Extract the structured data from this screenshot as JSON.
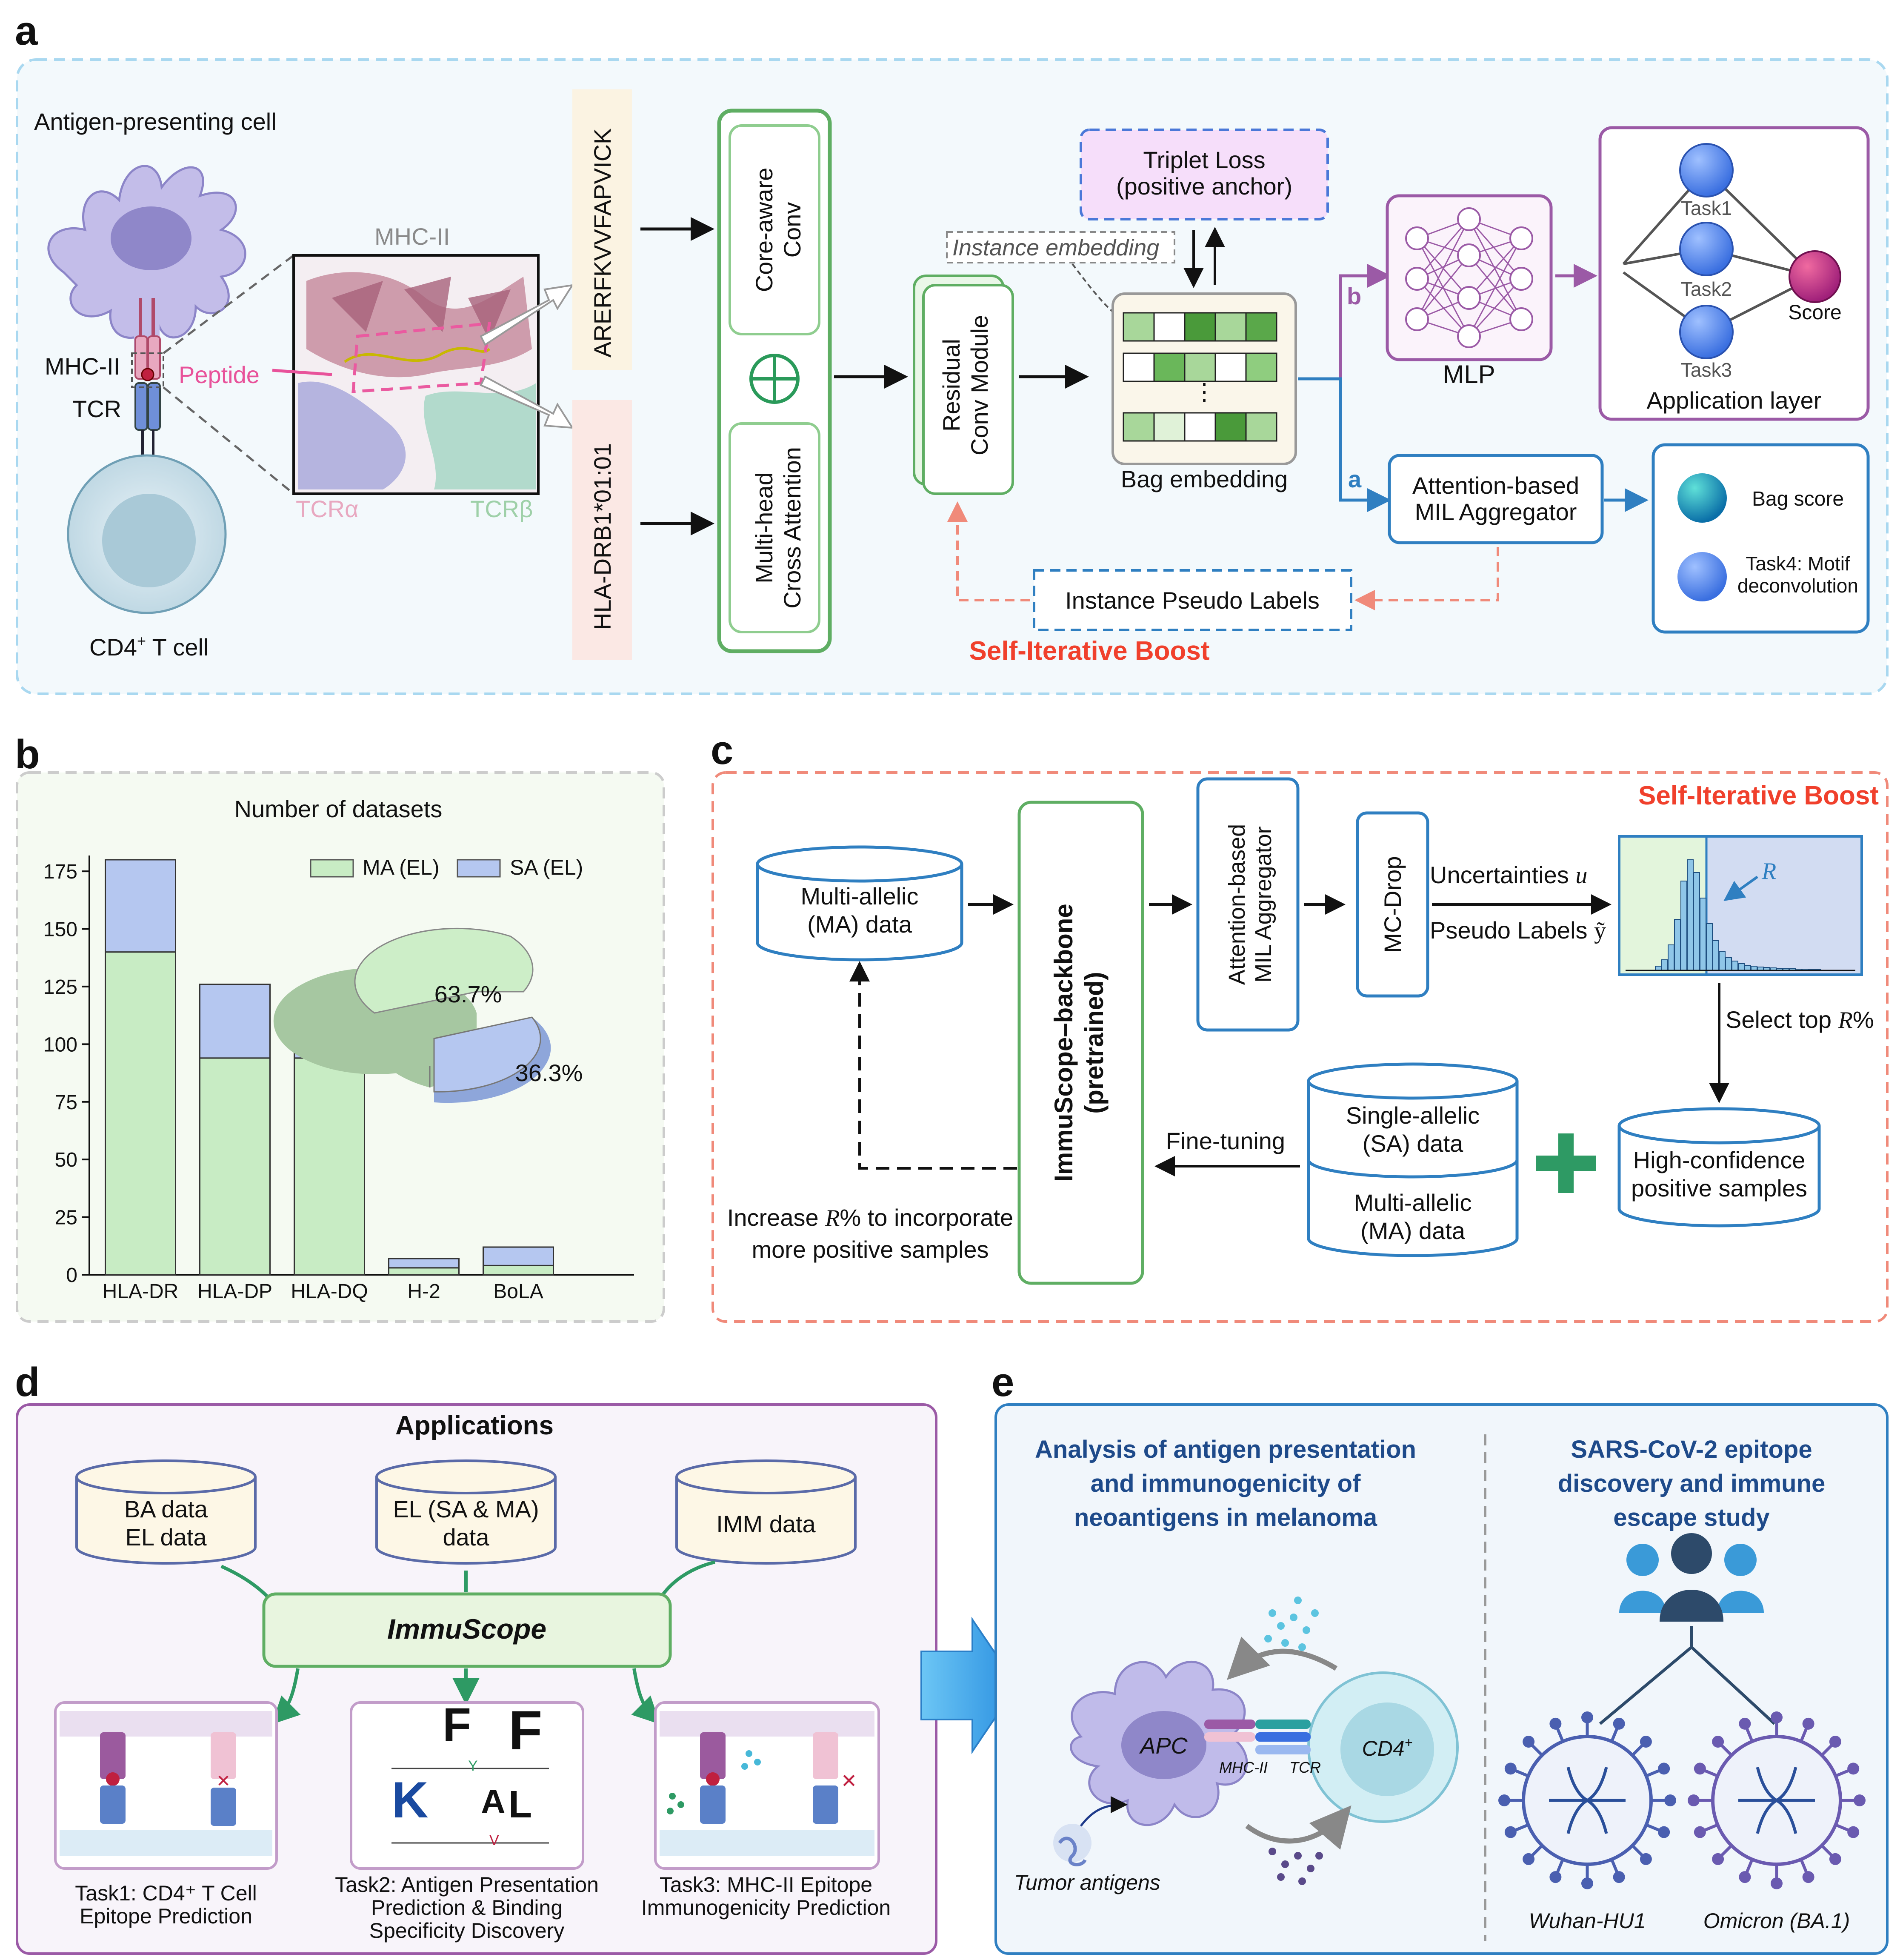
{
  "panels": {
    "a": "a",
    "b": "b",
    "c": "c",
    "d": "d",
    "e": "e"
  },
  "panel_a": {
    "apc_label": "Antigen-presenting cell",
    "mhc_label": "MHC-II",
    "tcr_label": "TCR",
    "tcell_label_main": "CD4",
    "tcell_label_sup": "+",
    "tcell_label_rest": " T cell",
    "structure_mhc": "MHC-II",
    "peptide_label": "Peptide",
    "tcr_alpha": "TCRα",
    "tcr_beta": "TCRβ",
    "peptide_seq": "ARERFKVVFAPVICK",
    "allele": "HLA-DRB1*01:01",
    "core_conv": [
      "Core-aware",
      "Conv"
    ],
    "cross_attn": [
      "Multi-head",
      "Cross Attention"
    ],
    "residual": [
      "Residual",
      "Conv Module"
    ],
    "triplet": [
      "Triplet Loss",
      "(positive anchor)"
    ],
    "instance_embedding": "Instance embedding",
    "bag_embedding": "Bag embedding",
    "mlp": "MLP",
    "branch_b": "b",
    "branch_a": "a",
    "task1": "Task1",
    "task2": "Task2",
    "task3": "Task3",
    "score": "Score",
    "app_layer": "Application layer",
    "mil": [
      "Attention-based",
      "MIL Aggregator"
    ],
    "bag_score": "Bag score",
    "task4": [
      "Task4: Motif",
      "deconvolution"
    ],
    "pseudo": "Instance Pseudo Labels",
    "boost": "Self-Iterative Boost",
    "colors": {
      "accent_green": "#5fae63",
      "accent_blue": "#2f7fc1",
      "purple": "#9b5aa6",
      "red": "#f0402c"
    }
  },
  "panel_b": {
    "chart_data": {
      "type": "bar",
      "title": "Number of  datasets",
      "categories": [
        "HLA-DR",
        "HLA-DP",
        "HLA-DQ",
        "H-2",
        "BoLA"
      ],
      "series": [
        {
          "name": "MA (EL)",
          "values": [
            140,
            94,
            94,
            3,
            4
          ],
          "color": "#c8ecc4"
        },
        {
          "name": "SA (EL)",
          "values": [
            40,
            32,
            2,
            4,
            8
          ],
          "color": "#b5c7f0"
        }
      ],
      "stacked": true,
      "ylim": [
        0,
        180
      ],
      "yticks": [
        0,
        25,
        50,
        75,
        100,
        125,
        150,
        175
      ],
      "legend": "top-right",
      "pie": {
        "labels": [
          "63.7%",
          "36.3%"
        ],
        "values": [
          63.7,
          36.3
        ]
      }
    }
  },
  "panel_c": {
    "title": "Self-Iterative Boost",
    "ma_data": [
      "Multi-allelic",
      "(MA) data"
    ],
    "backbone": [
      "ImmuScope–backbone",
      "(pretrained)"
    ],
    "mil": [
      "Attention-based",
      "MIL Aggregator"
    ],
    "mcdrop": "MC-Drop",
    "uncertainties": "Uncertainties ",
    "uncertainties_sym": "u",
    "pseudo": "Pseudo Labels ",
    "pseudo_sym": "ỹ",
    "r_label": "R",
    "select": "Select top ",
    "select_sym": "R",
    "select_pct": "%",
    "high_conf": [
      "High-confidence",
      "positive samples"
    ],
    "sa_data": [
      "Single-allelic",
      "(SA) data"
    ],
    "ma_data2": [
      "Multi-allelic",
      "(MA) data"
    ],
    "fine_tuning": "Fine-tuning",
    "increase_pre": "Increase ",
    "increase_sym": "R",
    "increase_post": "% to incorporate",
    "increase_line2": "more positive samples"
  },
  "panel_d": {
    "title": "Applications",
    "db1": [
      "BA data",
      "EL data"
    ],
    "db2": [
      "EL (SA & MA)",
      "data"
    ],
    "db3": "IMM data",
    "immuscope": "ImmuScope",
    "task1": [
      "Task1: CD4⁺ T Cell",
      "Epitope Prediction"
    ],
    "task2": [
      "Task2: Antigen Presentation",
      "Prediction & Binding",
      "Specificity Discovery"
    ],
    "task3": [
      "Task3: MHC-II Epitope",
      "Immunogenicity Prediction"
    ]
  },
  "panel_e": {
    "left_title": [
      "Analysis of antigen presentation",
      "and immunogenicity of",
      "neoantigens in melanoma"
    ],
    "right_title": [
      "SARS-CoV-2 epitope",
      "discovery and immune",
      "escape study"
    ],
    "apc": "APC",
    "cd4": "CD4",
    "cd4_sup": "+",
    "mhc": "MHC-II",
    "tcr": "TCR",
    "tumor": "Tumor antigens",
    "wuhan": "Wuhan-HU1",
    "omicron": "Omicron (BA.1)"
  }
}
